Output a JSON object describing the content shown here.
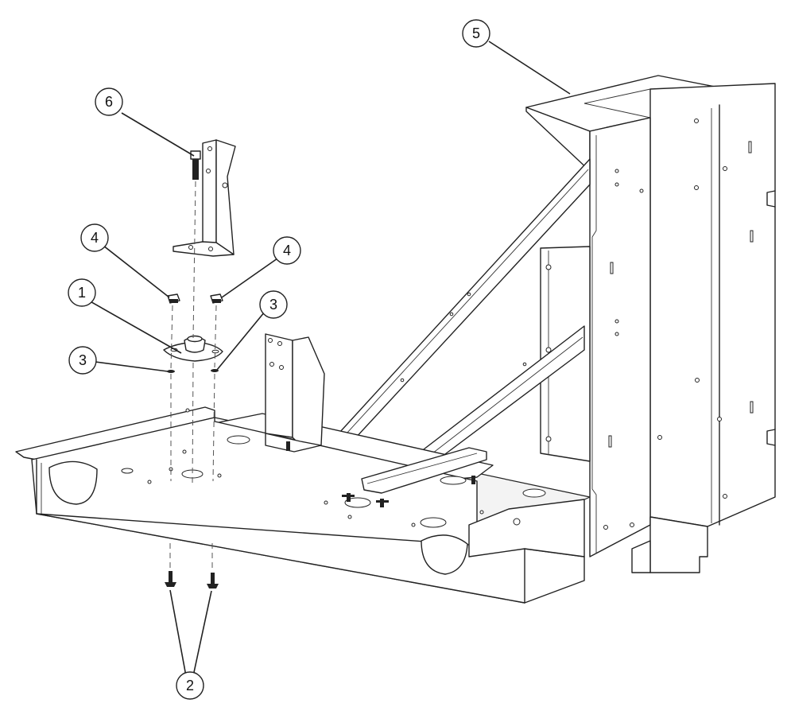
{
  "callouts": [
    {
      "id": "c1",
      "label": "1"
    },
    {
      "id": "c2",
      "label": "2"
    },
    {
      "id": "c3a",
      "label": "3"
    },
    {
      "id": "c3b",
      "label": "3"
    },
    {
      "id": "c4a",
      "label": "4"
    },
    {
      "id": "c4b",
      "label": "4"
    },
    {
      "id": "c5",
      "label": "5"
    },
    {
      "id": "c6",
      "label": "6"
    }
  ]
}
